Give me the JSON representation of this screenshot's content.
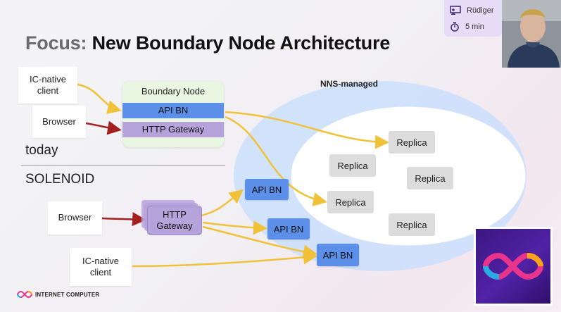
{
  "slide": {
    "title_prefix": "Focus:",
    "title_main": "New Boundary Node Architecture",
    "label_today": "today",
    "label_solenoid": "SOLENOID",
    "nns_label": "NNS-managed"
  },
  "today": {
    "ic_native_client": "IC-native client",
    "browser": "Browser",
    "boundary_node": "Boundary Node",
    "api_bn": "API BN",
    "http_gateway": "HTTP Gateway"
  },
  "solenoid": {
    "browser": "Browser",
    "http_gateway": "HTTP Gateway",
    "ic_native_client": "IC-native client",
    "api_bn_1": "API BN",
    "api_bn_2": "API BN",
    "api_bn_3": "API BN"
  },
  "replicas": {
    "r1": "Replica",
    "r2": "Replica",
    "r3": "Replica",
    "r4": "Replica",
    "r5": "Replica"
  },
  "footer": {
    "brand": "INTERNET COMPUTER"
  },
  "presenter": {
    "name": "Rüdiger",
    "duration": "5 min"
  },
  "colors": {
    "api_bn": "#5b8fe8",
    "http_gateway": "#b7a3dc",
    "boundary_node_bg": "#e9f6e2",
    "arrow_yellow": "#f0c23a",
    "arrow_red": "#a32020",
    "nns_ellipse": "#cfe0fb",
    "replica": "#dcdcdc",
    "presenter_card": "#e6dcf6"
  },
  "icons": {
    "presenter": "presenter-icon",
    "timer": "stopwatch-icon",
    "logo": "infinity-logo-icon"
  }
}
